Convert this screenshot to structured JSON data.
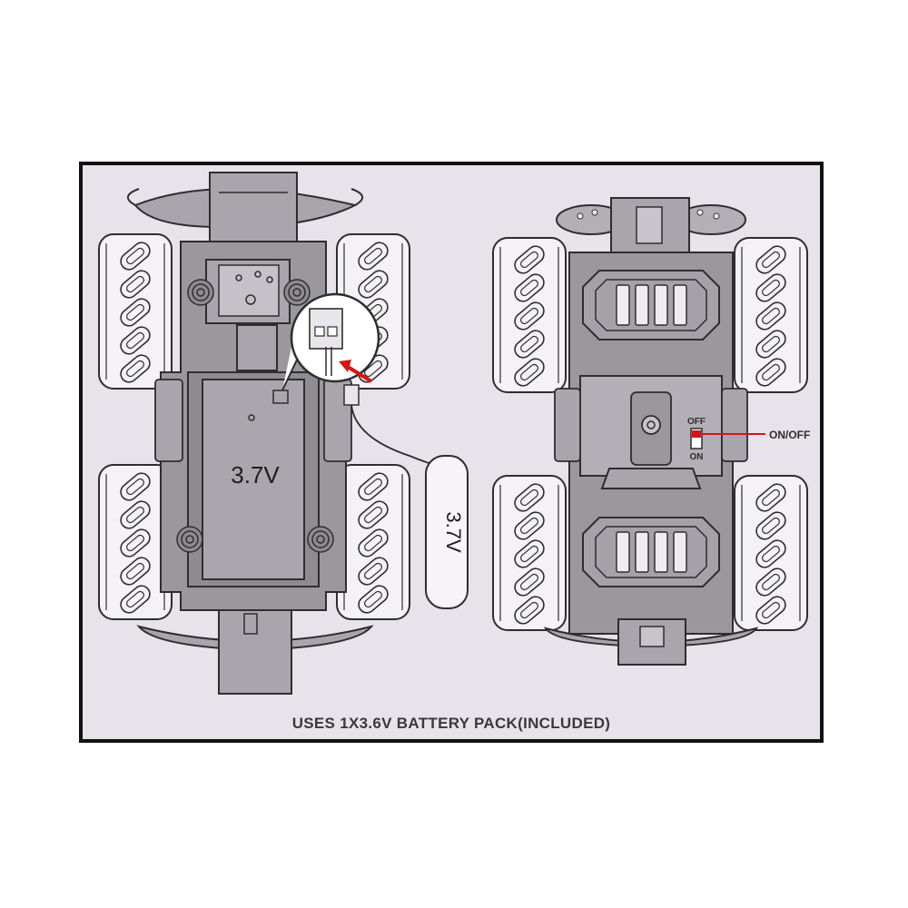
{
  "diagram": {
    "caption": "USES 1X3.6V BATTERY PACK(INCLUDED)",
    "left_view": {
      "battery_compartment_label": "3.7V",
      "battery_pack_label": "3.7V"
    },
    "right_view": {
      "switch_off_label": "OFF",
      "switch_on_label": "ON",
      "callout_label": "ON/OFF"
    },
    "colors": {
      "background": "#e8e2ea",
      "chassis_fill": "#9a979d",
      "outline": "#2e2e2e",
      "wheel_fill": "#f4f2f6",
      "accent_red": "#d01818",
      "border": "#111111"
    }
  }
}
